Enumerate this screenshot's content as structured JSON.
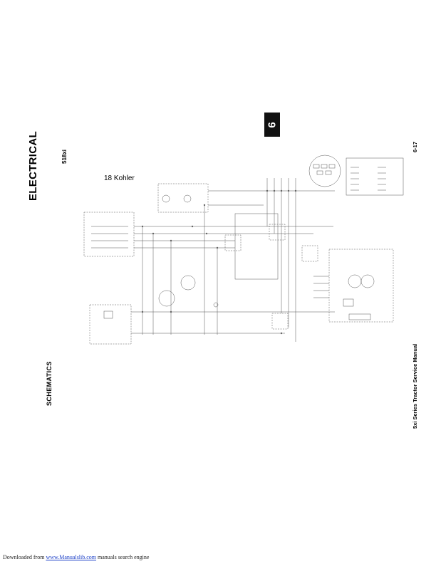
{
  "header": {
    "section": "ELECTRICAL",
    "model": "518xi",
    "chapter_tab": "6",
    "page_number": "6-17"
  },
  "left": {
    "category": "SCHEMATICS"
  },
  "right": {
    "manual_title": "5xi Series Tractor Service Manual"
  },
  "diagram": {
    "engine": "18 Kohler"
  },
  "footer": {
    "prefix": "Downloaded from",
    "link": "www.Manualslib.com",
    "suffix": "manuals search engine"
  }
}
